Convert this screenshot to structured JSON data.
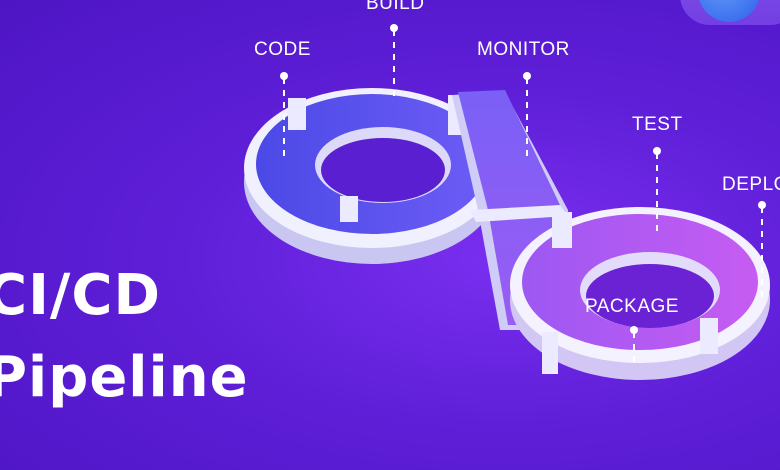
{
  "title": {
    "line1": "CI/CD",
    "line2": "Pipeline"
  },
  "stages": {
    "build": "BUILD",
    "code": "CODE",
    "monitor": "MONITOR",
    "test": "TEST",
    "deploy": "DEPLO",
    "package": "PACKAGE"
  },
  "colors": {
    "background": "#5f1fd8",
    "left_loop": "#5a56f2",
    "right_loop": "#b158f0",
    "base": "#ebeaff",
    "text": "#ffffff"
  },
  "icons": [
    "infinity-loop-graphic",
    "pin-marker"
  ]
}
